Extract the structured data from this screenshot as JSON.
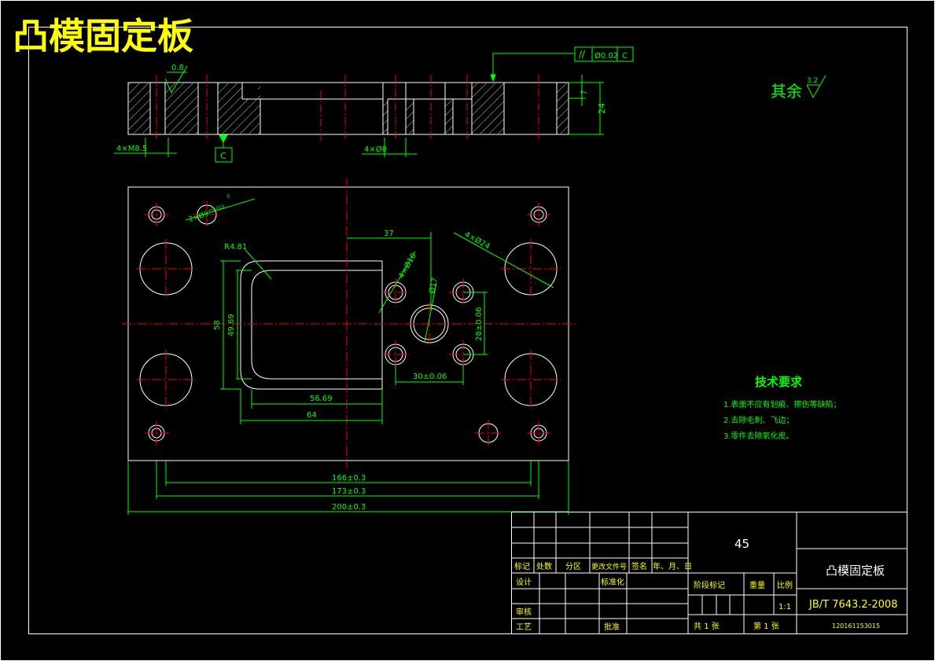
{
  "title": "凸模固定板",
  "surface_finish": {
    "prefix": "其余",
    "value": "3.2"
  },
  "finish_mark_top": "0.8",
  "parallelism": {
    "symbol": "//",
    "value": "Ø0.02",
    "datum": "C"
  },
  "datum_label": "C",
  "section_dims": {
    "d7": "7",
    "d24": "24",
    "holes_left": "4×M8.5",
    "holes_right": "4×Ø8"
  },
  "plan_dims": {
    "dowel": "2×Ø9",
    "dowel_tol_upper": "+0.015",
    "dowel_tol_lower": "0",
    "d37": "37",
    "big_holes": "4×Ø24",
    "r": "R4.81",
    "small_holes": "4×Ø10",
    "center_hole": "Ø17",
    "d58": "58",
    "d4969": "49.69",
    "d28": "28±0.06",
    "d30": "30±0.06",
    "d5669": "56.69",
    "d64": "64",
    "d166": "166±0.3",
    "d173": "173±0.3",
    "d200": "200±0.3"
  },
  "tech_req": {
    "heading": "技术要求",
    "items": [
      "1.表面不应有划痕、擦伤等缺陷；",
      "2.去除毛刺、飞边；",
      "3.零件去除氧化皮。"
    ]
  },
  "title_block": {
    "material": "45",
    "part_name": "凸模固定板",
    "standard": "JB/T 7643.2-2008",
    "drawing_no": "120161153015",
    "headers": [
      "标记",
      "处数",
      "分区",
      "更改文件号",
      "签名",
      "年、月、日"
    ],
    "design": "设计",
    "standardize": "标准化",
    "review": "审核",
    "process": "工艺",
    "approve": "批准",
    "stage_mark": "阶段标记",
    "weight": "重量",
    "scale_label": "比例",
    "scale": "1:1",
    "sheets_total": "共 1 张",
    "sheet_no": "第 1 张"
  }
}
